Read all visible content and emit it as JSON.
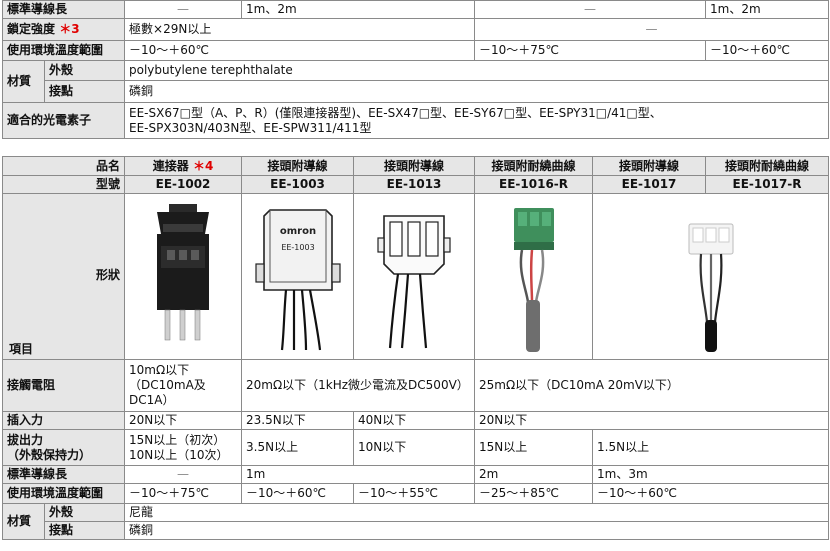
{
  "top": {
    "cable_length": {
      "label": "標準導線長",
      "v1": "—",
      "v2": "1m、2m",
      "v3": "—",
      "v4": "1m、2m"
    },
    "lock_strength": {
      "label": "鎖定強度",
      "mark": "＊3",
      "value": "極數×29N以上",
      "dash": "—"
    },
    "temp": {
      "label": "使用環境溫度範圍",
      "v1": "－10～＋60℃",
      "v2": "－10～＋75℃",
      "v3": "－10～＋60℃"
    },
    "material": {
      "label": "材質",
      "housing_label": "外殼",
      "housing": "polybutylene terephthalate",
      "contact_label": "接點",
      "contact": "磷銅"
    },
    "sensors": {
      "label": "適合的光電素子",
      "line1": "EE-SX67□型（A、P、R）(僅限連接器型)、EE-SX47□型、EE-SY67□型、EE-SPY31□/41□型、",
      "line2": "EE-SPX303N/403N型、EE-SPW311/411型"
    }
  },
  "bottom": {
    "name_label": "品名",
    "model_label": "型號",
    "shape_label": "形狀",
    "item_label": "項目",
    "products": [
      {
        "name": "連接器",
        "mark": "＊4",
        "model": "EE-1002"
      },
      {
        "name": "接頭附導線",
        "model": "EE-1003"
      },
      {
        "name": "接頭附導線",
        "model": "EE-1013"
      },
      {
        "name": "接頭附耐繞曲線",
        "model": "EE-1016-R"
      },
      {
        "name": "接頭附導線",
        "model": "EE-1017"
      },
      {
        "name": "接頭附耐繞曲線",
        "model": "EE-1017-R"
      }
    ],
    "resistance": {
      "label": "接觸電阻",
      "v1": "10mΩ以下（DC10mA及DC1A）",
      "v2": "20mΩ以下（1kHz微少電流及DC500V）",
      "v3": "25mΩ以下（DC10mA 20mV以下）"
    },
    "insertion": {
      "label": "插入力",
      "v1": "20N以下",
      "v2": "23.5N以下",
      "v3": "40N以下",
      "v4": "20N以下"
    },
    "extraction": {
      "label": "拔出力",
      "label2": "（外殼保持力）",
      "v1a": "15N以上（初次）",
      "v1b": "10N以上（10次）",
      "v2": "3.5N以上",
      "v3": "10N以下",
      "v4": "15N以上",
      "v5": "1.5N以上"
    },
    "cable_length": {
      "label": "標準導線長",
      "v1": "—",
      "v2": "1m",
      "v3": "2m",
      "v4": "1m、3m"
    },
    "temp": {
      "label": "使用環境溫度範圍",
      "v1": "－10～＋75℃",
      "v2": "－10～＋60℃",
      "v3": "－10～＋55℃",
      "v4": "－25～＋85℃",
      "v5": "－10～＋60℃"
    },
    "material": {
      "label": "材質",
      "housing_label": "外殼",
      "housing": "尼龍",
      "contact_label": "接點",
      "contact": "磷銅"
    },
    "omron_text": "omron",
    "ee1003_text": "EE-1003"
  }
}
